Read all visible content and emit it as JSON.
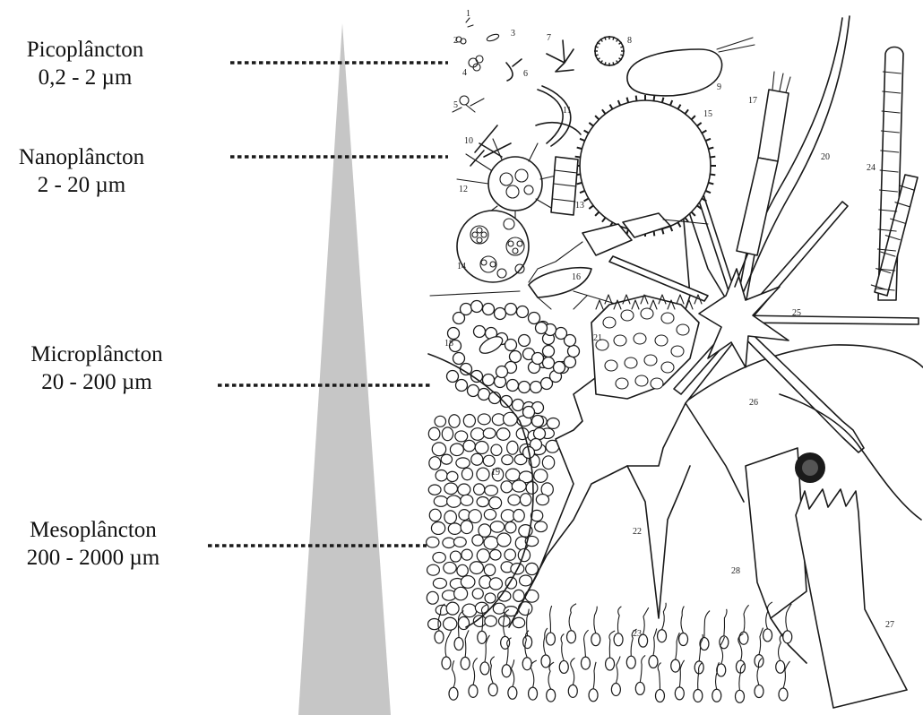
{
  "size_classes": [
    {
      "name": "Picoplâncton",
      "range": "0,2 - 2 µm"
    },
    {
      "name": "Nanoplâncton",
      "range": "2 - 20 µm"
    },
    {
      "name": "Microplâncton",
      "range": "20 - 200 µm"
    },
    {
      "name": "Mesoplâncton",
      "range": "200 - 2000 µm"
    }
  ],
  "organism_numbers": [
    "1",
    "2",
    "3",
    "4",
    "5",
    "6",
    "7",
    "8",
    "9",
    "10",
    "11",
    "12",
    "13",
    "14",
    "15",
    "16",
    "17",
    "18",
    "19",
    "20",
    "21",
    "22",
    "23",
    "24",
    "25",
    "26",
    "27",
    "28"
  ],
  "colors": {
    "wedge": "#c6c6c6",
    "dotted_line": "#1a1a1a",
    "ink": "#1a1a1a"
  }
}
